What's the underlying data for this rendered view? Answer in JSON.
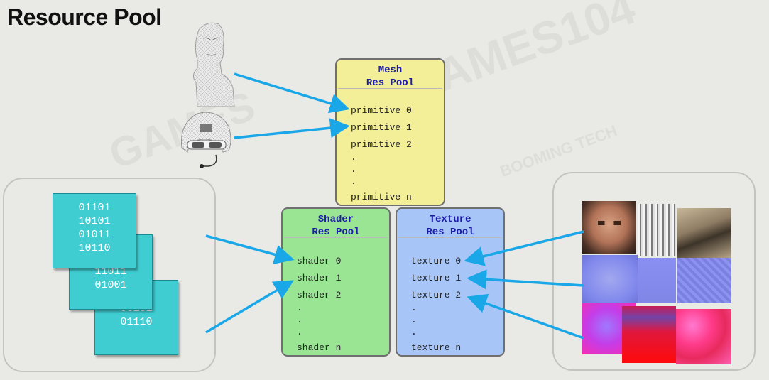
{
  "title": "Resource Pool",
  "watermarks": [
    "GAMES104",
    "GAMES",
    "BOOMING TECH"
  ],
  "mesh_pool": {
    "header_line1": "Mesh",
    "header_line2": "Res Pool",
    "items": [
      "primitive 0",
      "primitive 1",
      "primitive 2",
      ".",
      ".",
      ".",
      "primitive n"
    ]
  },
  "shader_pool": {
    "header_line1": "Shader",
    "header_line2": "Res Pool",
    "items": [
      "shader 0",
      "shader 1",
      "shader 2",
      ".",
      ".",
      ".",
      "shader n"
    ]
  },
  "texture_pool": {
    "header_line1": "Texture",
    "header_line2": "Res Pool",
    "items": [
      "texture 0",
      "texture 1",
      "texture 2",
      ".",
      ".",
      ".",
      "texture n"
    ]
  },
  "shader_files": [
    {
      "lines": [
        "01101",
        "10101",
        "01011",
        "10110"
      ]
    },
    {
      "lines": [
        "11011",
        "01001"
      ]
    },
    {
      "lines": [
        "00101",
        "01110"
      ]
    }
  ],
  "colors": {
    "arrow": "#1aa7e8",
    "mesh_fill": "#f3ee98",
    "shader_fill": "#99e593",
    "texture_fill": "#a7c6f7",
    "header_text": "#1c1ca8",
    "paper_fill": "#3fcdd2"
  },
  "icons": [
    "human-head-mesh-icon",
    "helmet-mesh-icon",
    "shader-file-icon",
    "texture-map-icon"
  ]
}
